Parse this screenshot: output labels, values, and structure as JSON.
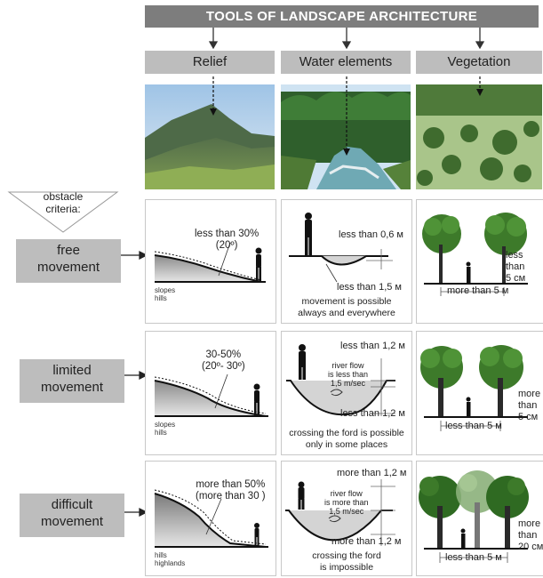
{
  "title": "TOOLS OF LANDSCAPE ARCHITECTURE",
  "columns": [
    "Relief",
    "Water elements",
    "Vegetation"
  ],
  "criteria_label": "obstacle criteria:",
  "rows": [
    {
      "label_line1": "free",
      "label_line2": "movement",
      "relief": {
        "value": "less than 30%",
        "angle": "(20º)",
        "terrain": "slopes",
        "terrain2": "hills"
      },
      "water": {
        "top": "less than 0,6 м",
        "bottom": "less than 1,5 м",
        "caption1": "movement is possible",
        "caption2": "always and everywhere"
      },
      "vegetation": {
        "spacing": "more than 5 м",
        "side1": "less",
        "side2": "than",
        "side3": "5 см"
      }
    },
    {
      "label_line1": "limited",
      "label_line2": "movement",
      "relief": {
        "value": "30-50%",
        "angle": "(20º- 30º)",
        "terrain": "slopes",
        "terrain2": "hills"
      },
      "water": {
        "top": "less than 1,2 м",
        "flow1": "river flow",
        "flow2": "is less than",
        "flow3": "1,5 m/sec",
        "bottom": "less than 1,2 м",
        "caption1": "crossing the ford is possible",
        "caption2": "only in some places"
      },
      "vegetation": {
        "spacing": "less than 5 м",
        "side1": "more",
        "side2": "than",
        "side3": "5 см"
      }
    },
    {
      "label_line1": "difficult",
      "label_line2": "movement",
      "relief": {
        "value": "more than 50%",
        "angle": "(more than 30 )",
        "terrain": "hills",
        "terrain2": "highlands"
      },
      "water": {
        "top": "more than 1,2 м",
        "flow1": "river flow",
        "flow2": "is more than",
        "flow3": "1,5 m/sec",
        "bottom": "more than 1,2 м",
        "caption1": "crossing the ford",
        "caption2": "is impossible"
      },
      "vegetation": {
        "spacing": "less than 5 м",
        "side1": "more",
        "side2": "than",
        "side3": "20 см"
      }
    }
  ],
  "colors": {
    "banner": "#7d7d7d",
    "header": "#bdbdbd",
    "tree": "#3d7a2a",
    "trunk": "#2a2a2a"
  }
}
